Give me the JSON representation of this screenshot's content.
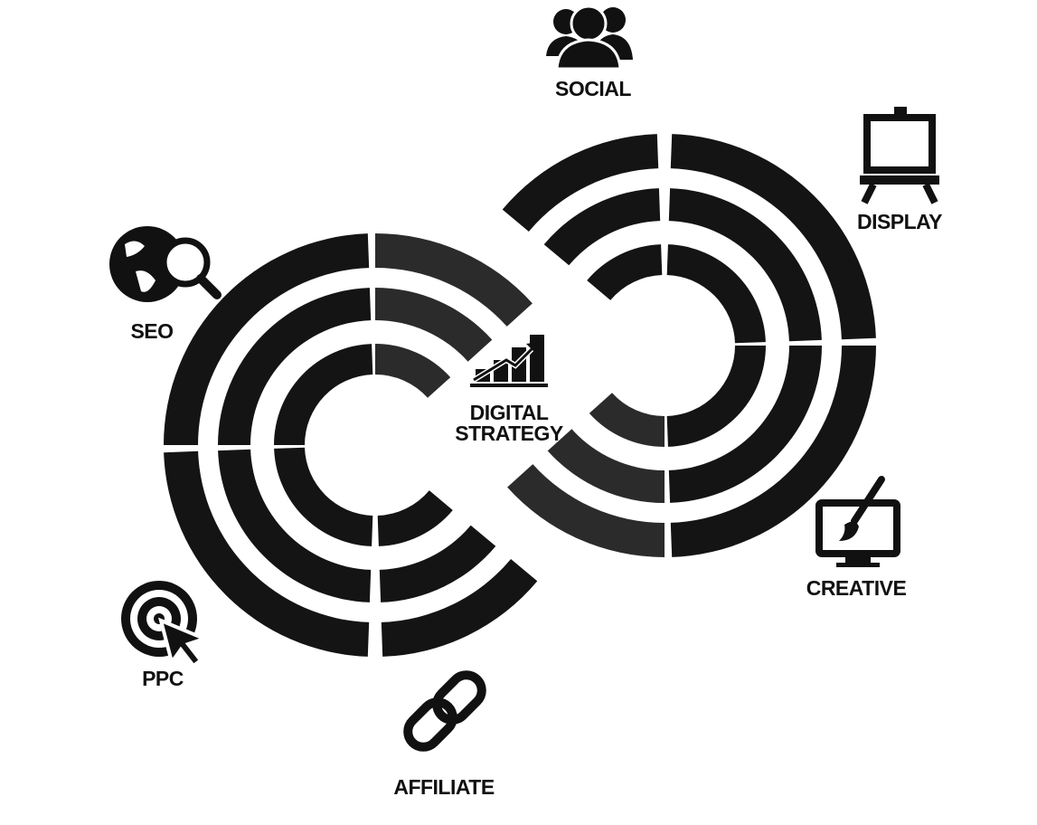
{
  "center": {
    "line1": "DIGITAL",
    "line2": "STRATEGY",
    "icon": "growth-chart-icon"
  },
  "channels": [
    {
      "label": "SOCIAL",
      "icon": "users-icon"
    },
    {
      "label": "DISPLAY",
      "icon": "easel-icon"
    },
    {
      "label": "SEO",
      "icon": "globe-search-icon"
    },
    {
      "label": "CREATIVE",
      "icon": "monitor-brush-icon"
    },
    {
      "label": "PPC",
      "icon": "target-cursor-icon"
    },
    {
      "label": "AFFILIATE",
      "icon": "chain-link-icon"
    }
  ],
  "colors": {
    "ink": "#111111",
    "ring_dark": "#141414",
    "ring_soft": "#2b2b2b",
    "background": "#ffffff"
  }
}
